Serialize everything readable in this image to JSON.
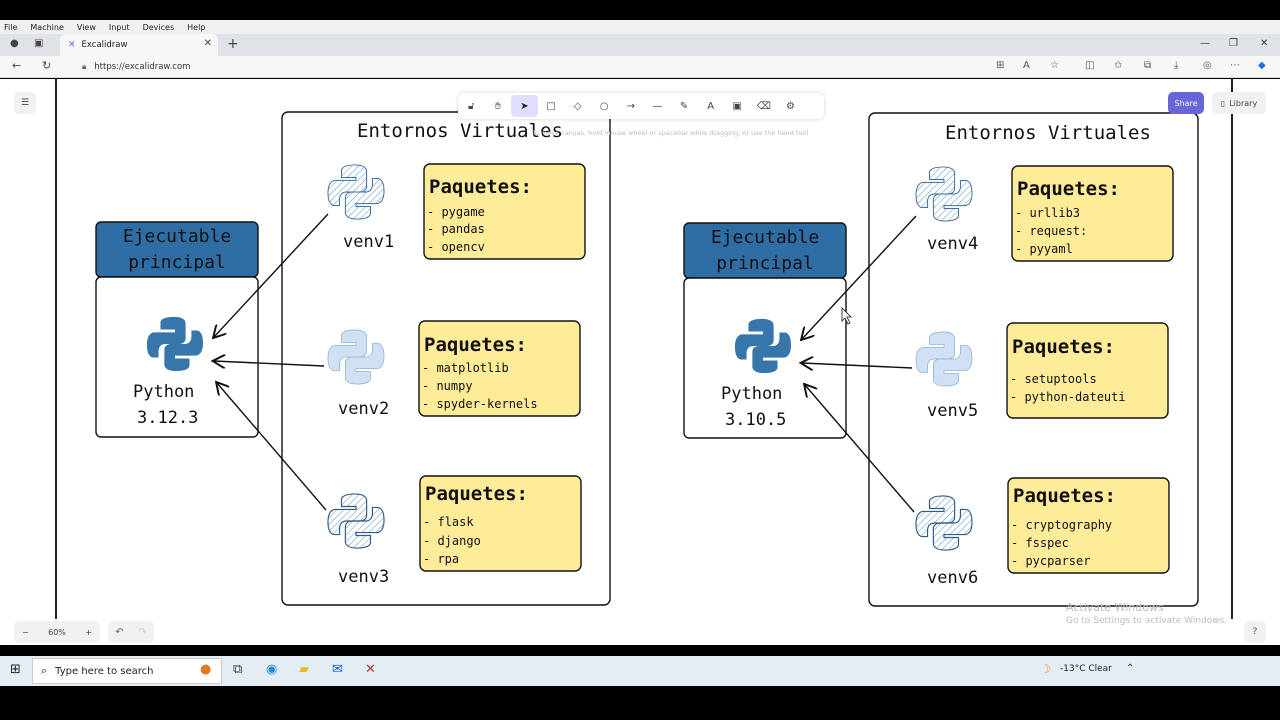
{
  "vm_menu": [
    "File",
    "Machine",
    "View",
    "Input",
    "Devices",
    "Help"
  ],
  "browser": {
    "tab_title": "Excalidraw",
    "url": "https://excalidraw.com"
  },
  "excalidraw": {
    "hint": "To move canvas, hold mouse wheel or spacebar while dragging, or use the hand tool",
    "share_label": "Share",
    "library_label": "Library",
    "zoom_level": "60%",
    "tools": [
      "lock",
      "hand",
      "selection",
      "rectangle",
      "diamond",
      "ellipse",
      "arrow",
      "line",
      "draw",
      "text",
      "image",
      "eraser",
      "more"
    ]
  },
  "diagram": {
    "left": {
      "frame_title": "Entornos Virtuales",
      "exec_label": "Ejecutable principal",
      "python_label": "Python",
      "python_version": "3.12.3",
      "venvs": [
        {
          "name": "venv1",
          "pkg_title": "Paquetes:",
          "packages": [
            "- pygame",
            "- pandas",
            "- opencv"
          ]
        },
        {
          "name": "venv2",
          "pkg_title": "Paquetes:",
          "packages": [
            "- matplotlib",
            "- numpy",
            "- spyder-kernels"
          ]
        },
        {
          "name": "venv3",
          "pkg_title": "Paquetes:",
          "packages": [
            "- flask",
            "- django",
            "- rpa"
          ]
        }
      ]
    },
    "right": {
      "frame_title": "Entornos Virtuales",
      "exec_label": "Ejecutable principal",
      "python_label": "Python",
      "python_version": "3.10.5",
      "venvs": [
        {
          "name": "venv4",
          "pkg_title": "Paquetes:",
          "packages": [
            "- urllib3",
            "- request:",
            "- pyyaml"
          ]
        },
        {
          "name": "venv5",
          "pkg_title": "Paquetes:",
          "packages": [
            "- setuptools",
            "- python-dateuti"
          ]
        },
        {
          "name": "venv6",
          "pkg_title": "Paquetes:",
          "packages": [
            "- cryptography",
            "- fsspec",
            "- pycparser"
          ]
        }
      ]
    },
    "colors": {
      "exec_header": "#2f6ea5",
      "package_box": "#ffec99",
      "python_blue": "#3776ab",
      "python_yellow": "#ffd43b"
    }
  },
  "watermark": {
    "line1": "Activate Windows",
    "line2": "Go to Settings to activate Windows."
  },
  "taskbar": {
    "search_placeholder": "Type here to search",
    "weather": "-13°C  Clear"
  }
}
